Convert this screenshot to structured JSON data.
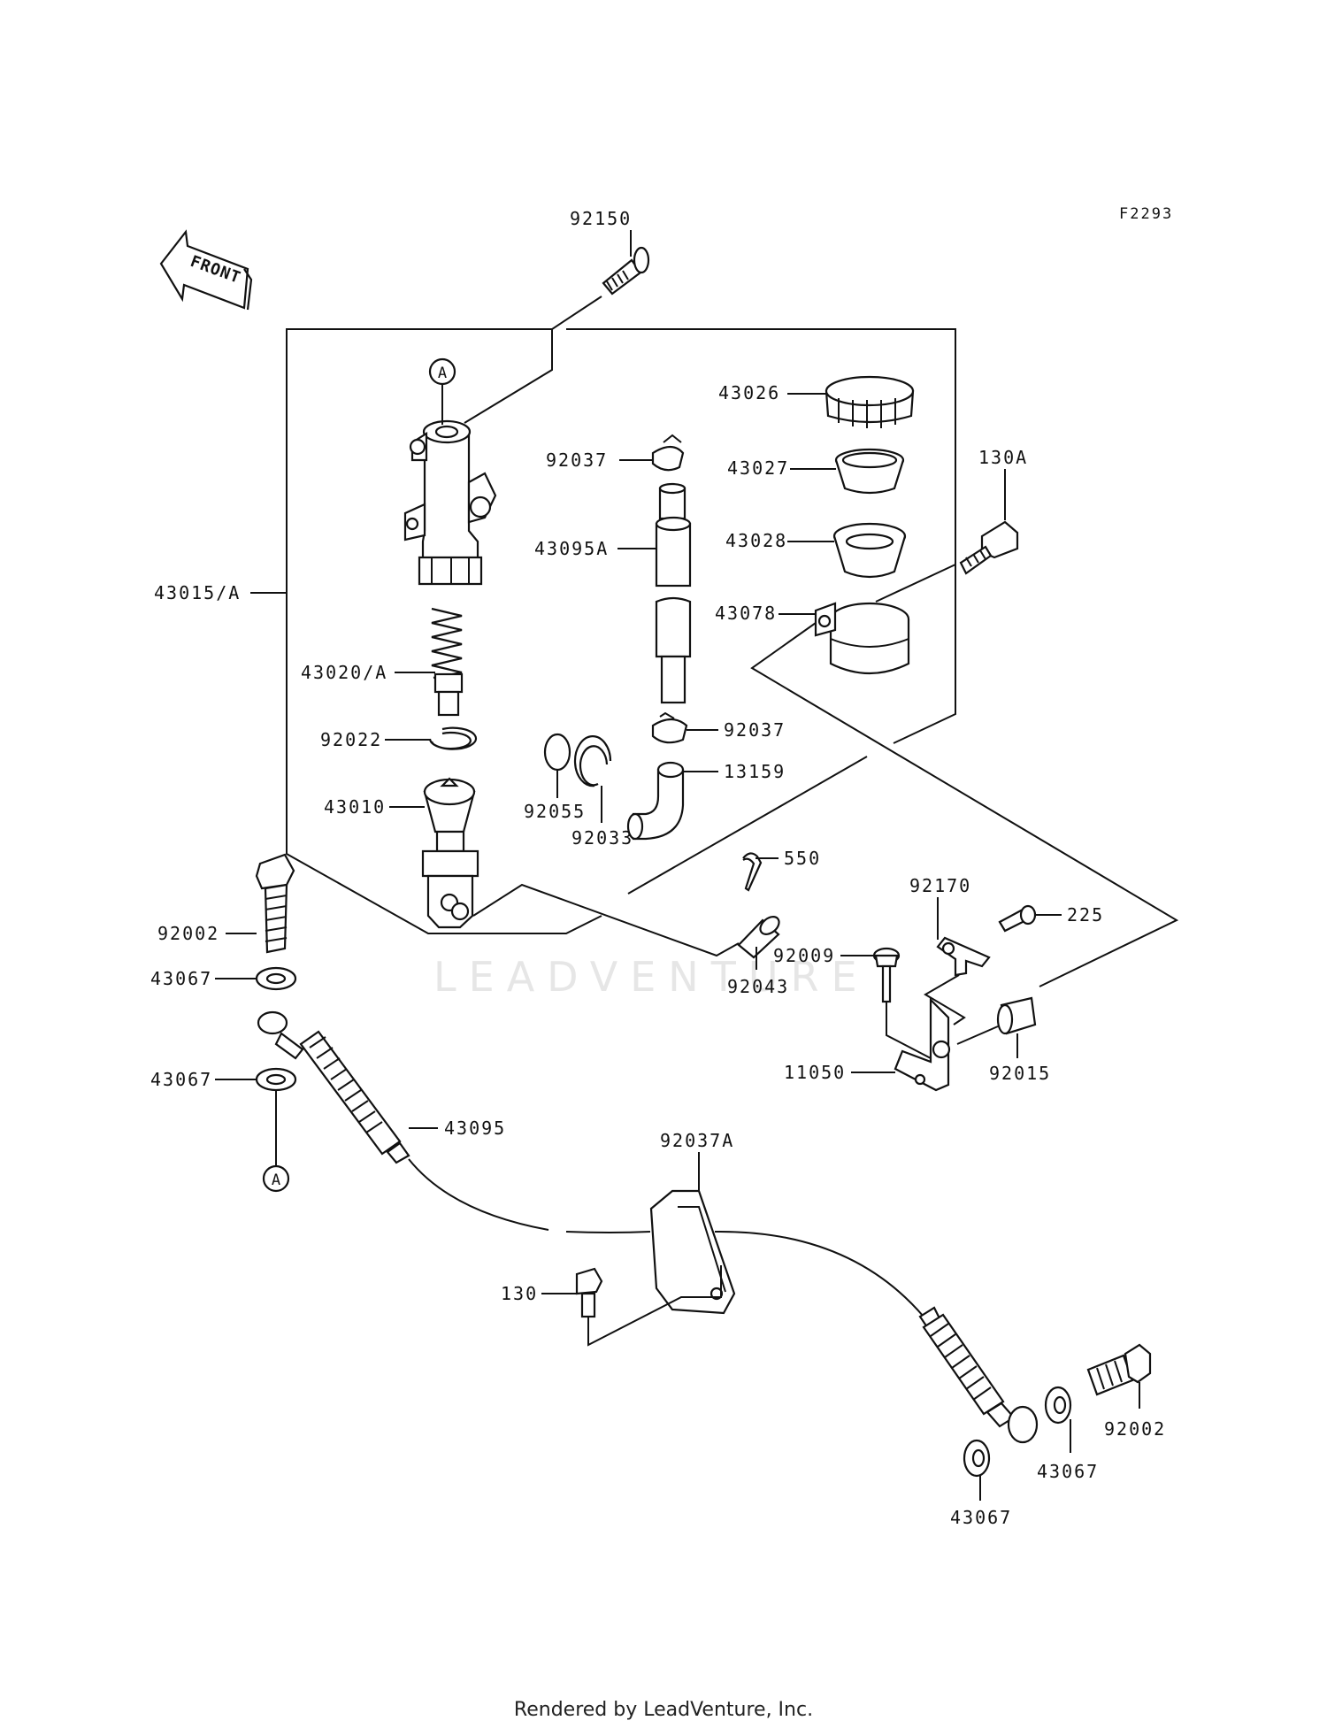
{
  "figure_code": "F2293",
  "front_label": "FRONT",
  "watermark": "LEADVENTURE",
  "footer": "Rendered by LeadVenture, Inc.",
  "callouts": [
    {
      "id": "c-92150",
      "text": "92150"
    },
    {
      "id": "c-43026",
      "text": "43026"
    },
    {
      "id": "c-92037a",
      "text": "92037"
    },
    {
      "id": "c-43027",
      "text": "43027"
    },
    {
      "id": "c-130A",
      "text": "130A"
    },
    {
      "id": "c-43095A",
      "text": "43095A"
    },
    {
      "id": "c-43028",
      "text": "43028"
    },
    {
      "id": "c-43015A",
      "text": "43015/A"
    },
    {
      "id": "c-43078",
      "text": "43078"
    },
    {
      "id": "c-43020A",
      "text": "43020/A"
    },
    {
      "id": "c-92037b",
      "text": "92037"
    },
    {
      "id": "c-92022",
      "text": "92022"
    },
    {
      "id": "c-13159",
      "text": "13159"
    },
    {
      "id": "c-43010",
      "text": "43010"
    },
    {
      "id": "c-92055",
      "text": "92055"
    },
    {
      "id": "c-92033",
      "text": "92033"
    },
    {
      "id": "c-550",
      "text": "550"
    },
    {
      "id": "c-92170",
      "text": "92170"
    },
    {
      "id": "c-225",
      "text": "225"
    },
    {
      "id": "c-92002a",
      "text": "92002"
    },
    {
      "id": "c-92009",
      "text": "92009"
    },
    {
      "id": "c-43067a",
      "text": "43067"
    },
    {
      "id": "c-92043",
      "text": "92043"
    },
    {
      "id": "c-43067b",
      "text": "43067"
    },
    {
      "id": "c-11050",
      "text": "11050"
    },
    {
      "id": "c-92015",
      "text": "92015"
    },
    {
      "id": "c-43095",
      "text": "43095"
    },
    {
      "id": "c-92037A",
      "text": "92037A"
    },
    {
      "id": "c-130",
      "text": "130"
    },
    {
      "id": "c-92002b",
      "text": "92002"
    },
    {
      "id": "c-43067c",
      "text": "43067"
    },
    {
      "id": "c-43067d",
      "text": "43067"
    }
  ],
  "ref_markers": [
    {
      "id": "ref-a-top",
      "text": "A"
    },
    {
      "id": "ref-a-bottom",
      "text": "A"
    }
  ]
}
